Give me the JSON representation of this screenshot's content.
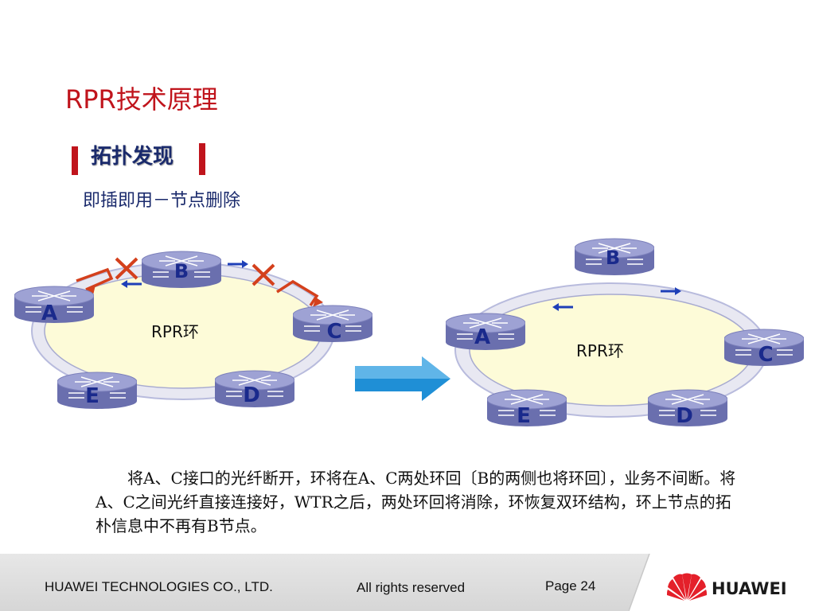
{
  "title": "RPR技术原理",
  "subtitle": "拓扑发现",
  "subtext": "即插即用－节点删除",
  "diagram_left": {
    "ring_label": "RPR环",
    "nodes": [
      "B",
      "A",
      "C",
      "E",
      "D"
    ]
  },
  "diagram_right": {
    "ring_label": "RPR环",
    "nodes": [
      "B",
      "A",
      "C",
      "E",
      "D"
    ]
  },
  "paragraph": "将A、C接口的光纤断开，环将在A、C两处环回〔B的两侧也将环回〕，业务不间断。将A、C之间光纤直接连接好，WTR之后，两处环回将消除，环恢复双环结构，环上节点的拓朴信息中不再有B节点。",
  "footer": {
    "company": "HUAWEI TECHNOLOGIES CO., LTD.",
    "rights": "All rights reserved",
    "page": "Page 24",
    "brand": "HUAWEI"
  },
  "colors": {
    "title": "#c0141c",
    "node": "#7d82bd",
    "ring_fill": "#fdfbd8",
    "ring_border": "#b8bbdd",
    "break_mark": "#d4401c",
    "arrow": "#1e3fb8",
    "transition_arrow": "#1f8fd6"
  }
}
